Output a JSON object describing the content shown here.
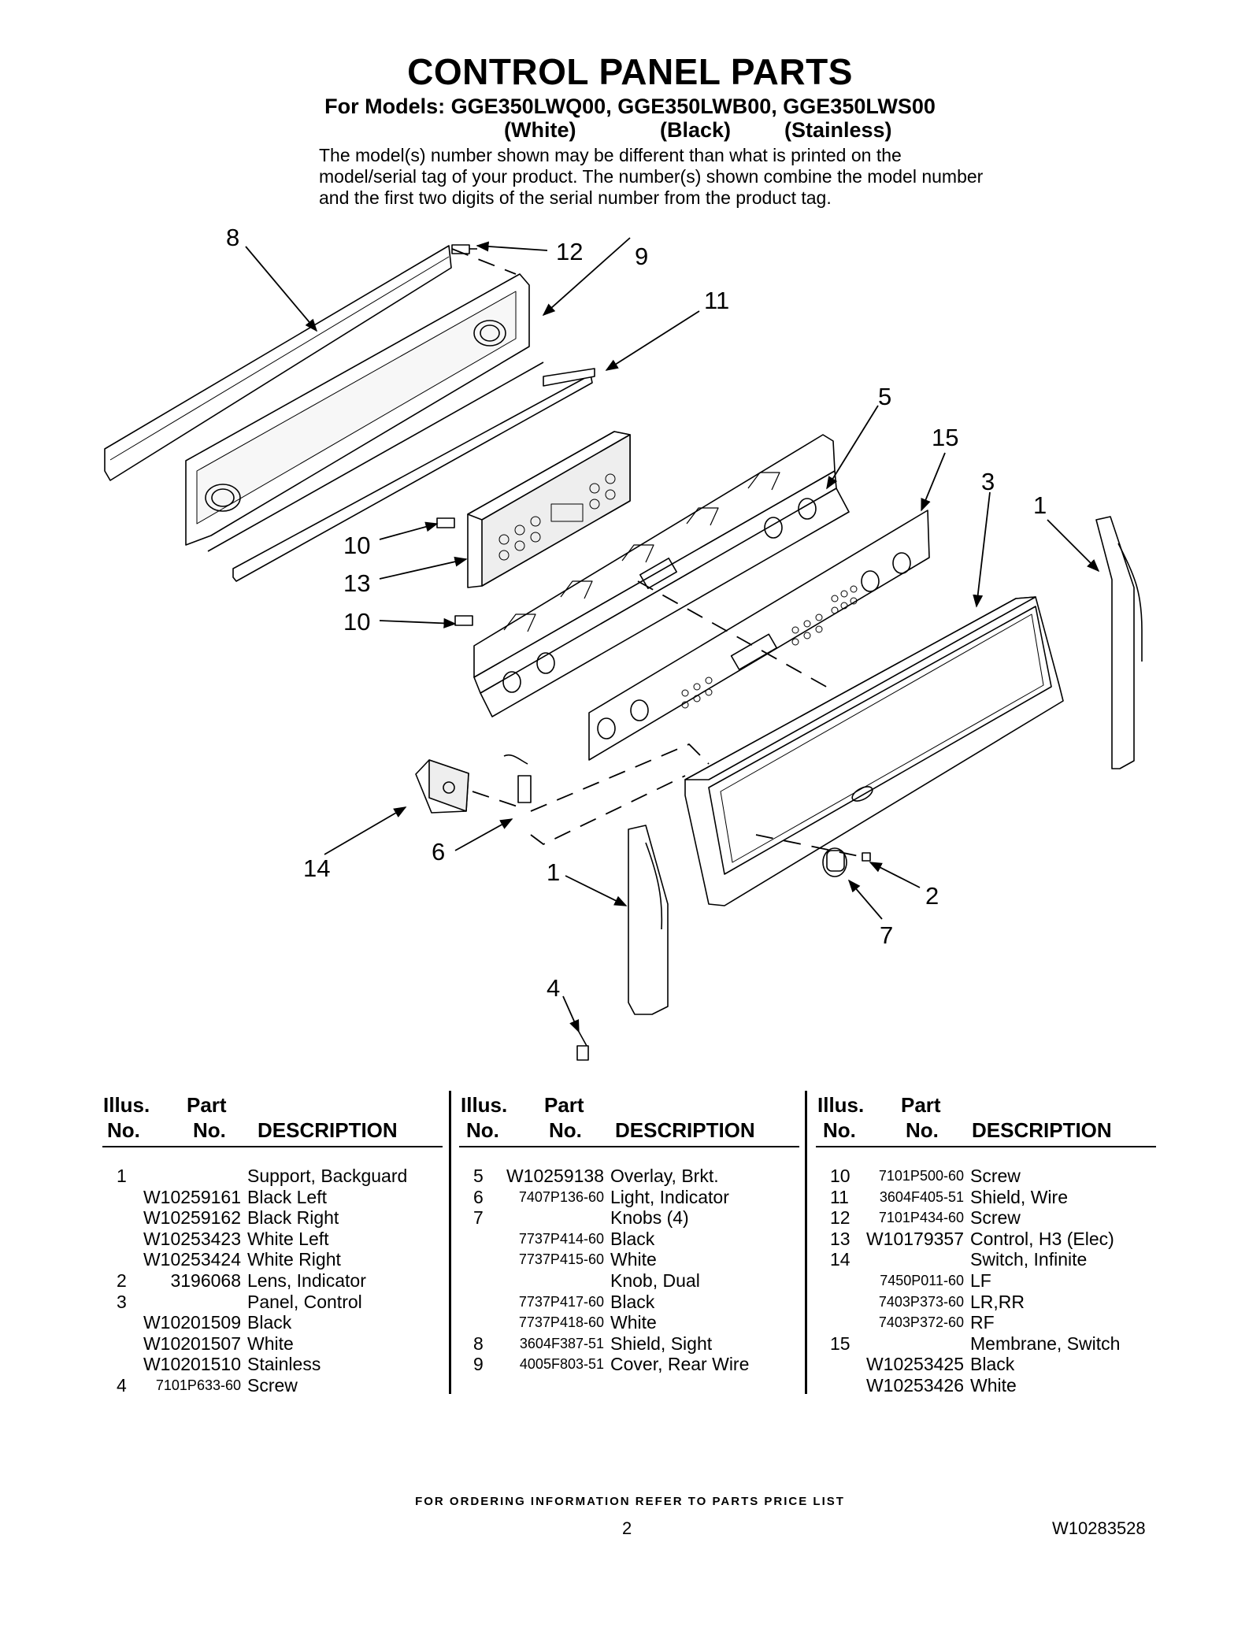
{
  "header": {
    "title": "CONTROL PANEL PARTS",
    "models": "For Models: GGE350LWQ00, GGE350LWB00, GGE350LWS00",
    "variants": [
      "(White)",
      "(Black)",
      "(Stainless)"
    ],
    "note": "The model(s) number shown may be different than what is printed on the model/serial tag of your product. The number(s) shown combine the model number and the first two digits of the serial number from the product tag."
  },
  "callouts": [
    "8",
    "12",
    "9",
    "11",
    "5",
    "15",
    "3",
    "1",
    "10",
    "13",
    "10",
    "14",
    "6",
    "1",
    "2",
    "7",
    "4"
  ],
  "table_headers": {
    "illus": "Illus.",
    "no": "No.",
    "part": "Part",
    "part_no": "No.",
    "description": "DESCRIPTION"
  },
  "columns": [
    {
      "rows": [
        {
          "illus": "1",
          "part": "",
          "desc": "Support, Backguard"
        },
        {
          "illus": "",
          "part": "W10259161",
          "desc": "Black Left"
        },
        {
          "illus": "",
          "part": "W10259162",
          "desc": "Black Right"
        },
        {
          "illus": "",
          "part": "W10253423",
          "desc": "White Left"
        },
        {
          "illus": "",
          "part": "W10253424",
          "desc": "White Right"
        },
        {
          "illus": "2",
          "part": "3196068",
          "desc": "Lens, Indicator"
        },
        {
          "illus": "3",
          "part": "",
          "desc": "Panel, Control"
        },
        {
          "illus": "",
          "part": "W10201509",
          "desc": "Black"
        },
        {
          "illus": "",
          "part": "W10201507",
          "desc": "White"
        },
        {
          "illus": "",
          "part": "W10201510",
          "desc": "Stainless"
        },
        {
          "illus": "4",
          "part": "7101P633-60",
          "desc": "Screw"
        }
      ]
    },
    {
      "rows": [
        {
          "illus": "5",
          "part": "W10259138",
          "desc": "Overlay, Brkt."
        },
        {
          "illus": "6",
          "part": "7407P136-60",
          "desc": "Light, Indicator"
        },
        {
          "illus": "7",
          "part": "",
          "desc": "Knobs (4)"
        },
        {
          "illus": "",
          "part": "7737P414-60",
          "desc": "Black"
        },
        {
          "illus": "",
          "part": "7737P415-60",
          "desc": "White"
        },
        {
          "illus": "",
          "part": "",
          "desc": "Knob, Dual"
        },
        {
          "illus": "",
          "part": "7737P417-60",
          "desc": "Black"
        },
        {
          "illus": "",
          "part": "7737P418-60",
          "desc": "White"
        },
        {
          "illus": "8",
          "part": "3604F387-51",
          "desc": "Shield, Sight"
        },
        {
          "illus": "9",
          "part": "4005F803-51",
          "desc": "Cover, Rear Wire"
        }
      ]
    },
    {
      "rows": [
        {
          "illus": "10",
          "part": "7101P500-60",
          "desc": "Screw"
        },
        {
          "illus": "11",
          "part": "3604F405-51",
          "desc": "Shield, Wire"
        },
        {
          "illus": "12",
          "part": "7101P434-60",
          "desc": "Screw"
        },
        {
          "illus": "13",
          "part": "W10179357",
          "desc": "Control, H3 (Elec)"
        },
        {
          "illus": "14",
          "part": "",
          "desc": "Switch, Infinite"
        },
        {
          "illus": "",
          "part": "7450P011-60",
          "desc": "LF"
        },
        {
          "illus": "",
          "part": "7403P373-60",
          "desc": "LR,RR"
        },
        {
          "illus": "",
          "part": "7403P372-60",
          "desc": "RF"
        },
        {
          "illus": "15",
          "part": "",
          "desc": "Membrane, Switch"
        },
        {
          "illus": "",
          "part": "W10253425",
          "desc": "Black"
        },
        {
          "illus": "",
          "part": "W10253426",
          "desc": "White"
        }
      ]
    }
  ],
  "footer": {
    "ordering": "FOR ORDERING INFORMATION REFER TO PARTS PRICE LIST",
    "page": "2",
    "doc_number": "W10283528"
  }
}
